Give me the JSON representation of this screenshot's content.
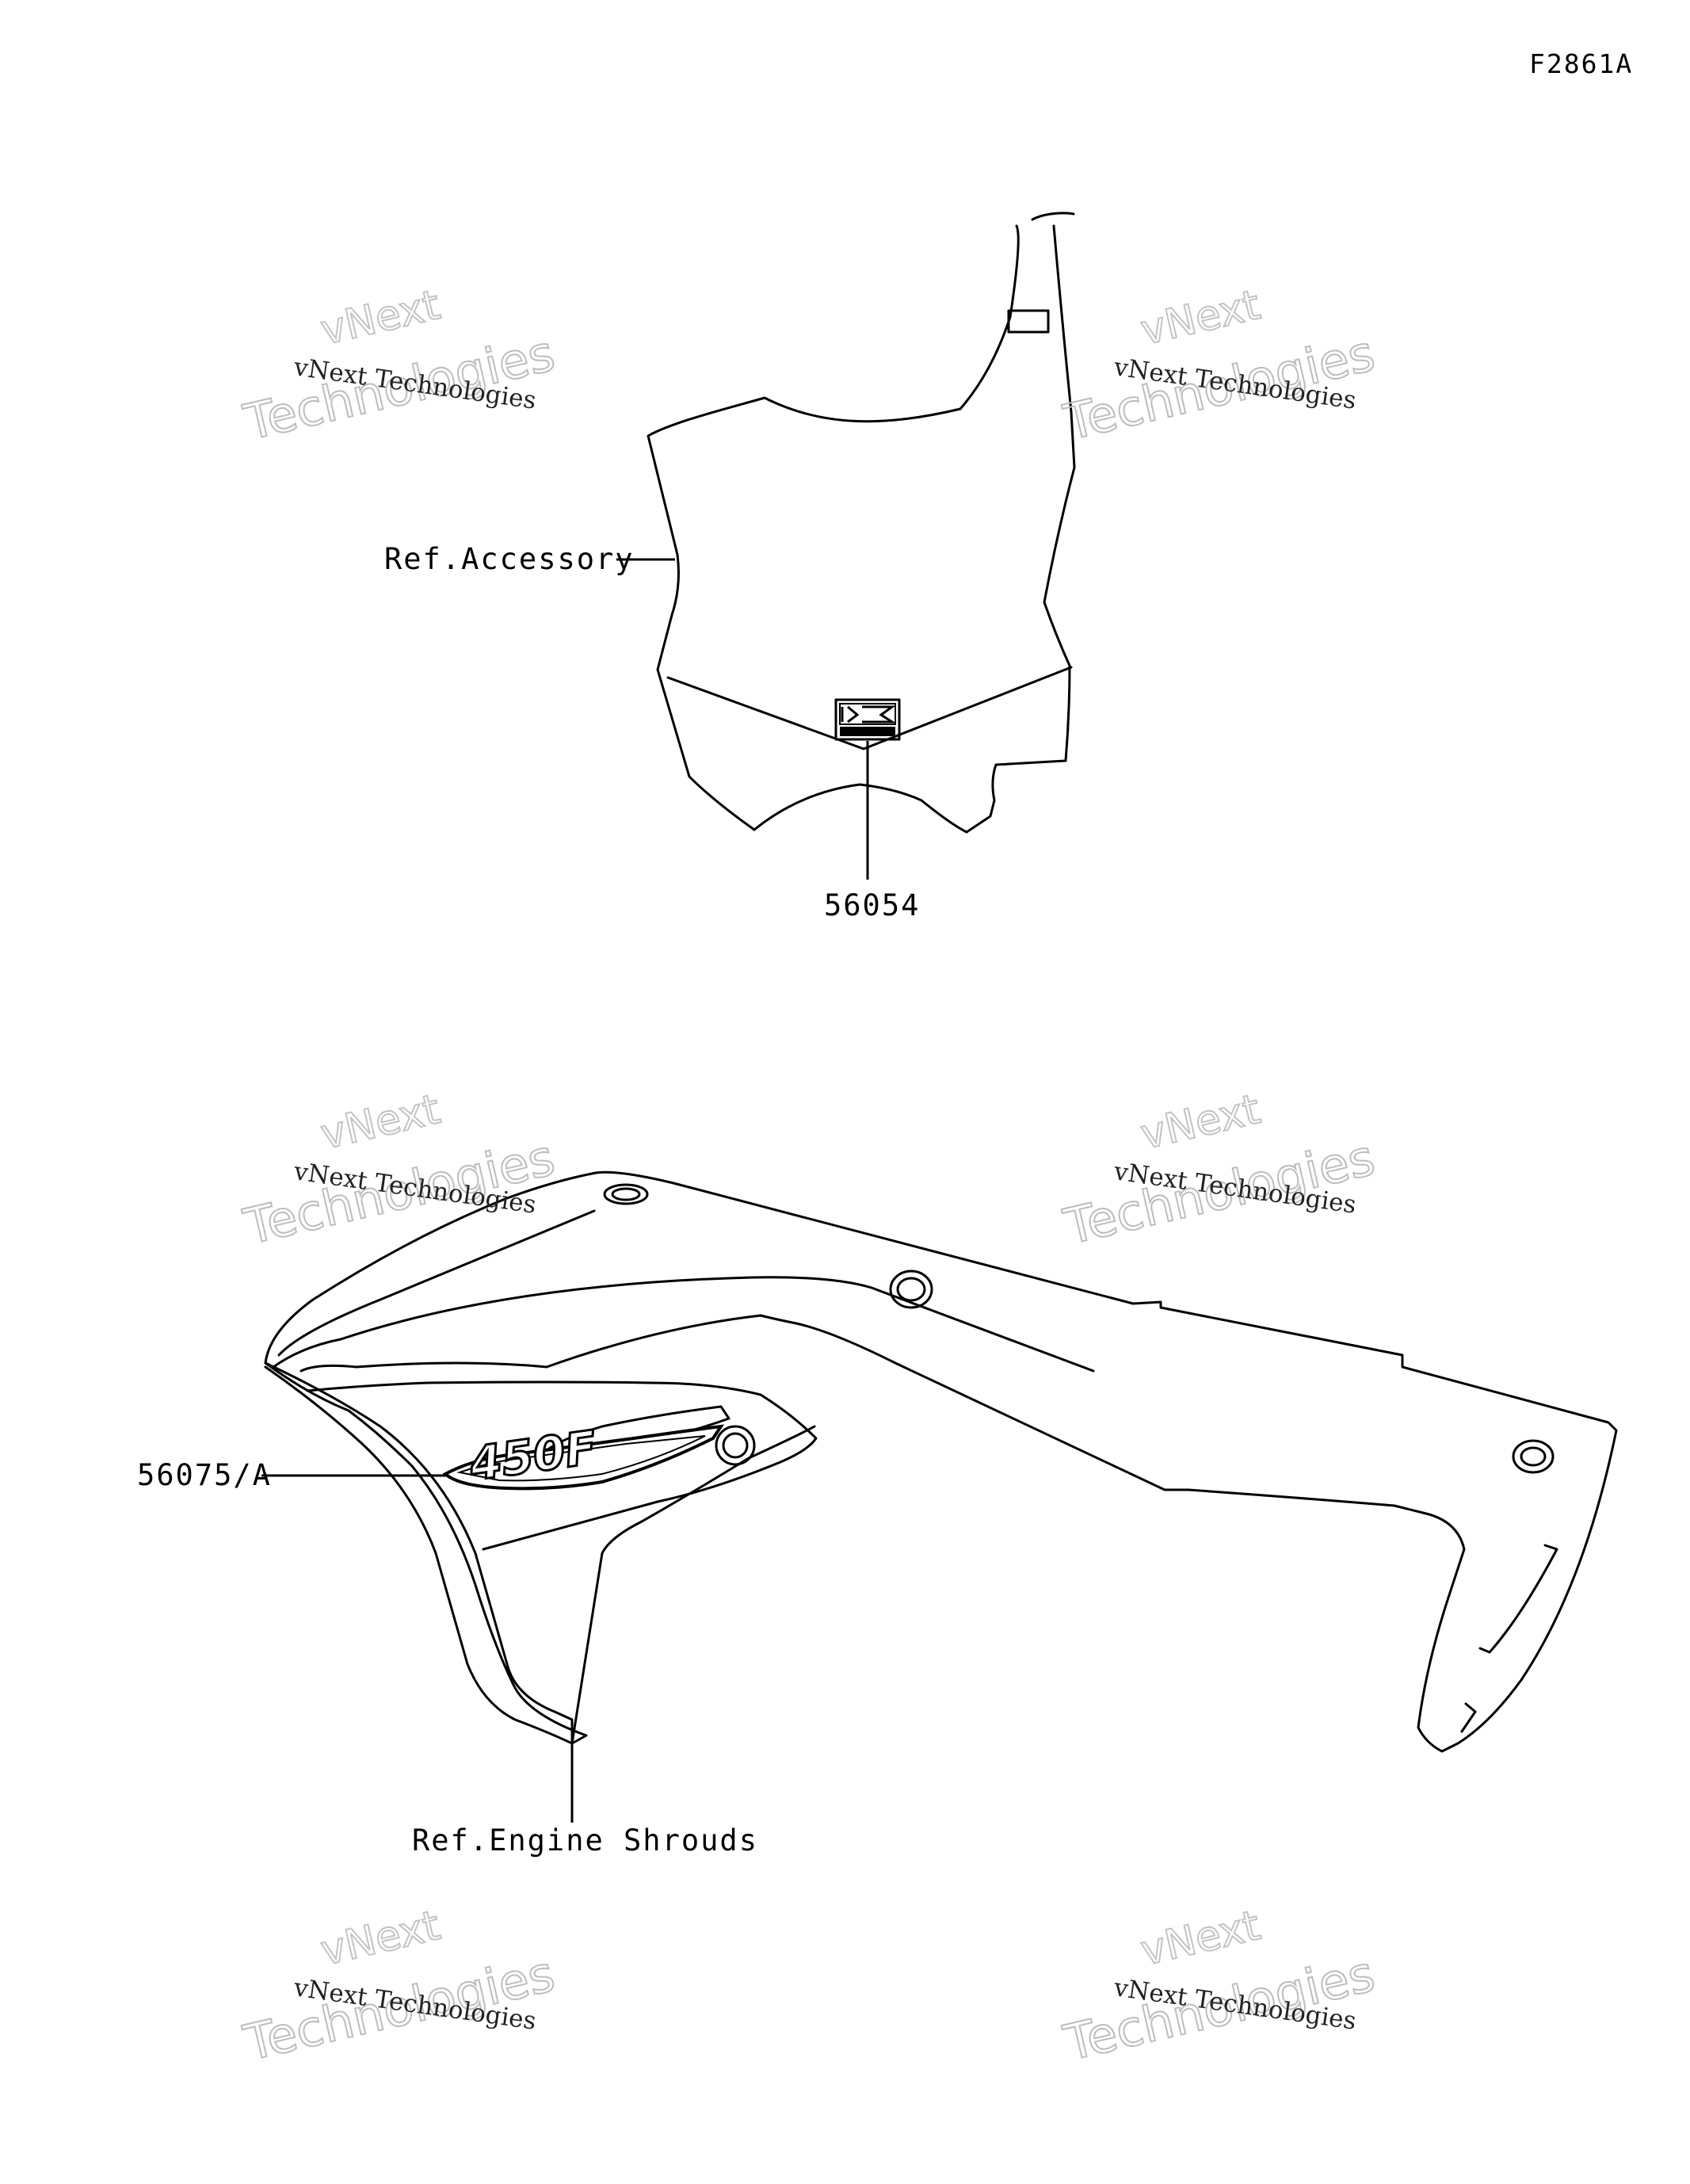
{
  "figure": {
    "code": "F2861A"
  },
  "callouts": {
    "ref_accessory": "Ref.Accessory",
    "part_56054": "56054",
    "part_56075": "56075/A",
    "ref_engine_shrouds": "Ref.Engine Shrouds"
  },
  "watermark": {
    "line_small": "vNext Technologies",
    "line_vnext": "vNext",
    "line_tech": "Technologies"
  }
}
